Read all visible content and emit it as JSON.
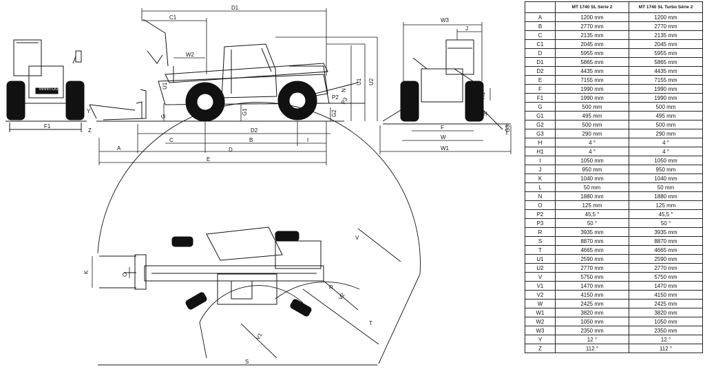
{
  "table": {
    "corner": "",
    "columns": [
      "MT 1740 SL Série 2",
      "MT 1740 SL Turbo Série 2"
    ],
    "rows": [
      {
        "code": "A",
        "v1": "1200 mm",
        "v2": "1200 mm"
      },
      {
        "code": "B",
        "v1": "2770 mm",
        "v2": "2770 mm"
      },
      {
        "code": "C",
        "v1": "2135 mm",
        "v2": "2135 mm"
      },
      {
        "code": "C1",
        "v1": "2045 mm",
        "v2": "2045 mm"
      },
      {
        "code": "D",
        "v1": "5955 mm",
        "v2": "5955 mm"
      },
      {
        "code": "D1",
        "v1": "5865 mm",
        "v2": "5865 mm"
      },
      {
        "code": "D2",
        "v1": "4435 mm",
        "v2": "4435 mm"
      },
      {
        "code": "E",
        "v1": "7155 mm",
        "v2": "7155 mm"
      },
      {
        "code": "F",
        "v1": "1990 mm",
        "v2": "1990 mm"
      },
      {
        "code": "F1",
        "v1": "1990 mm",
        "v2": "1990 mm"
      },
      {
        "code": "G",
        "v1": "500 mm",
        "v2": "500 mm"
      },
      {
        "code": "G1",
        "v1": "495 mm",
        "v2": "495 mm"
      },
      {
        "code": "G2",
        "v1": "500 mm",
        "v2": "500 mm"
      },
      {
        "code": "G3",
        "v1": "290 mm",
        "v2": "290 mm"
      },
      {
        "code": "H",
        "v1": "4 °",
        "v2": "4 °"
      },
      {
        "code": "H1",
        "v1": "4 °",
        "v2": "4 °"
      },
      {
        "code": "I",
        "v1": "1050 mm",
        "v2": "1050 mm"
      },
      {
        "code": "J",
        "v1": "950 mm",
        "v2": "950 mm"
      },
      {
        "code": "K",
        "v1": "1040 mm",
        "v2": "1040 mm"
      },
      {
        "code": "L",
        "v1": "50 mm",
        "v2": "50 mm"
      },
      {
        "code": "N",
        "v1": "1880 mm",
        "v2": "1880 mm"
      },
      {
        "code": "O",
        "v1": "125 mm",
        "v2": "125 mm"
      },
      {
        "code": "P2",
        "v1": "45,5 °",
        "v2": "45,5 °"
      },
      {
        "code": "P3",
        "v1": "50 °",
        "v2": "50 °"
      },
      {
        "code": "R",
        "v1": "3935 mm",
        "v2": "3935 mm"
      },
      {
        "code": "S",
        "v1": "8870 mm",
        "v2": "8870 mm"
      },
      {
        "code": "T",
        "v1": "4665 mm",
        "v2": "4665 mm"
      },
      {
        "code": "U1",
        "v1": "2590 mm",
        "v2": "2590 mm"
      },
      {
        "code": "U2",
        "v1": "2770 mm",
        "v2": "2770 mm"
      },
      {
        "code": "V",
        "v1": "5750 mm",
        "v2": "5750 mm"
      },
      {
        "code": "V1",
        "v1": "1470 mm",
        "v2": "1470 mm"
      },
      {
        "code": "V2",
        "v1": "4150 mm",
        "v2": "4150 mm"
      },
      {
        "code": "W",
        "v1": "2425 mm",
        "v2": "2425 mm"
      },
      {
        "code": "W1",
        "v1": "3820 mm",
        "v2": "3820 mm"
      },
      {
        "code": "W2",
        "v1": "1050 mm",
        "v2": "1050 mm"
      },
      {
        "code": "W3",
        "v1": "2350 mm",
        "v2": "2350 mm"
      },
      {
        "code": "Y",
        "v1": "12 °",
        "v2": "12 °"
      },
      {
        "code": "Z",
        "v1": "112 °",
        "v2": "112 °"
      }
    ]
  },
  "drawing": {
    "brand": "MANITOU",
    "labels": {
      "A": "A",
      "B": "B",
      "C": "C",
      "C1": "C1",
      "D": "D",
      "D1": "D1",
      "D2": "D2",
      "E": "E",
      "F": "F",
      "F1": "F1",
      "G": "G",
      "G1": "G1",
      "G2": "G2",
      "G3": "G3",
      "H": "H",
      "H1": "H1",
      "I": "I",
      "J": "J",
      "K": "K",
      "L": "L",
      "N": "N",
      "O": "O",
      "P2": "P2",
      "P3": "P3",
      "R": "R",
      "S": "S",
      "T": "T",
      "U1": "U1",
      "U2": "U2",
      "V": "V",
      "V1": "V1",
      "V2": "V2",
      "W": "W",
      "W1": "W1",
      "W2": "W2",
      "W3": "W3",
      "Y": "Y",
      "Z": "Z"
    }
  }
}
